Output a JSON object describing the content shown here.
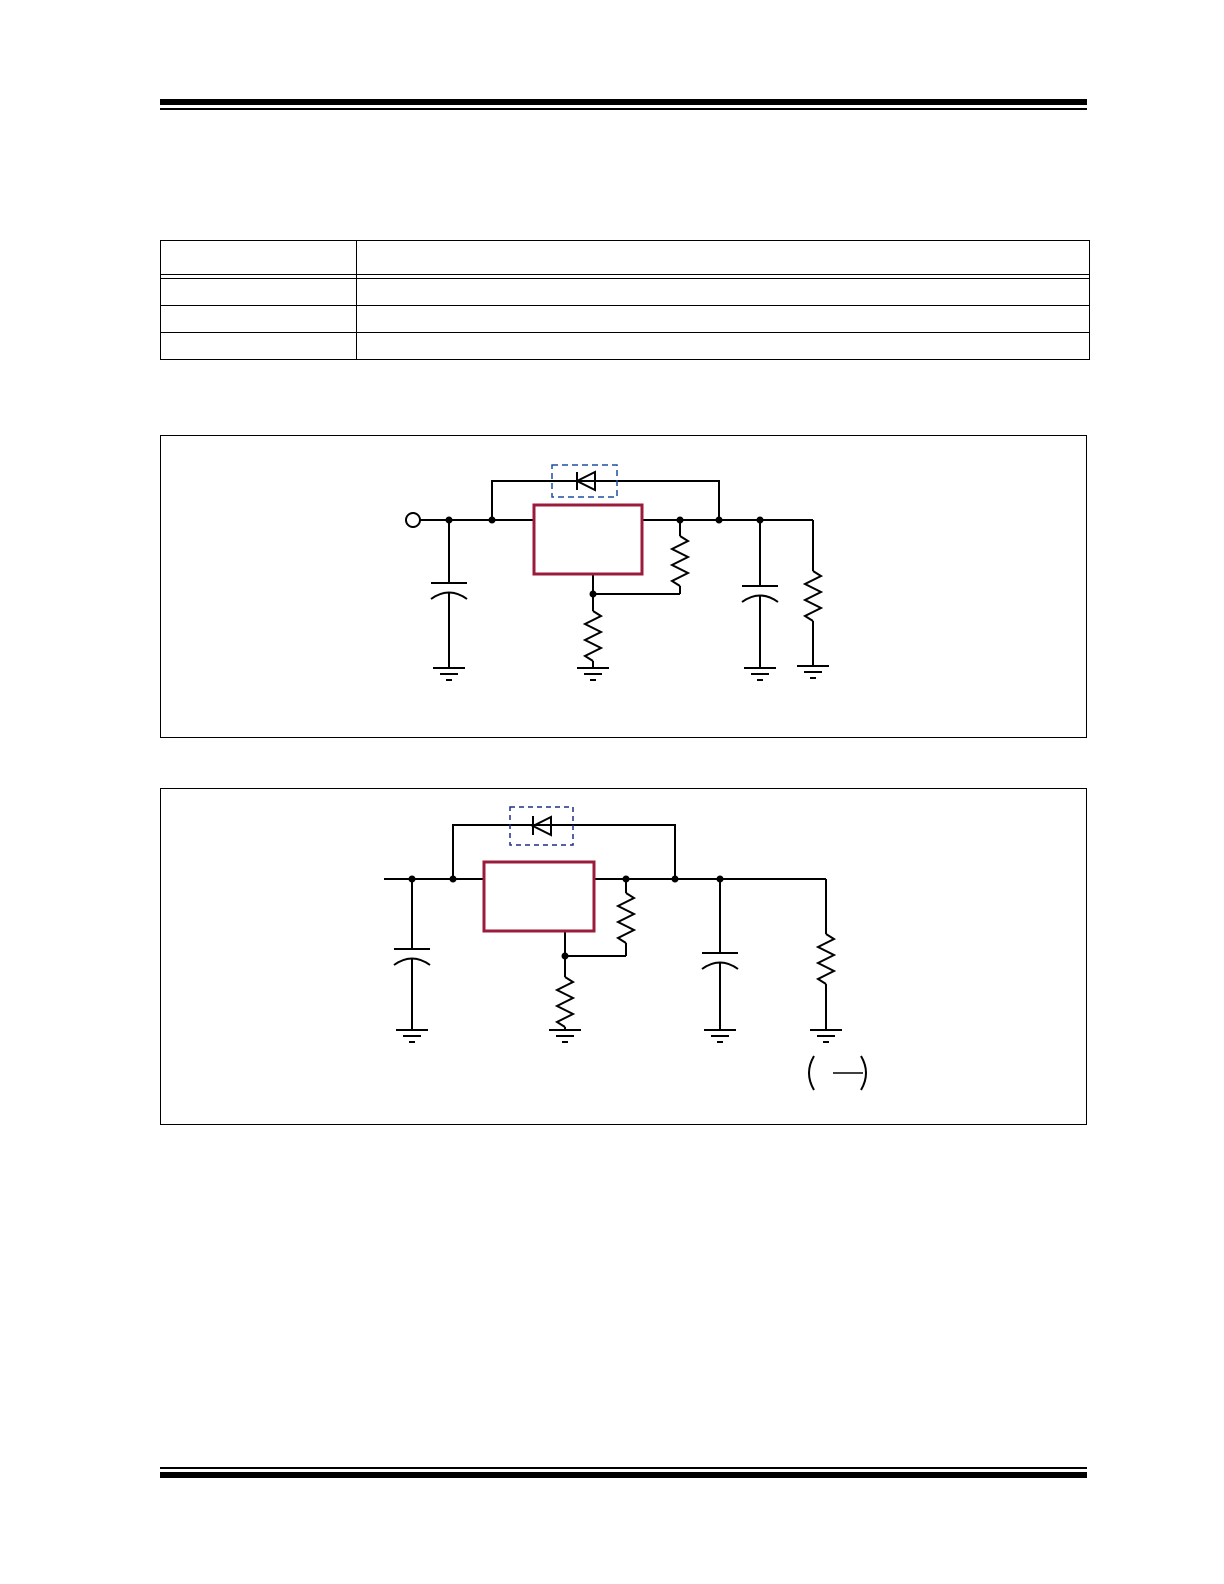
{
  "colors": {
    "ink": "#000000",
    "regulator_outline": "#9b1b3a",
    "protection_diode_box": "#1f4fa0",
    "background": "#ffffff"
  },
  "table": {
    "rows": [
      {
        "col1": "",
        "col2": ""
      },
      {
        "col1": "",
        "col2": ""
      },
      {
        "col1": "",
        "col2": ""
      },
      {
        "col1": "",
        "col2": ""
      }
    ]
  },
  "figures": [
    {
      "kind": "schematic",
      "components": [
        "input-terminal",
        "input-capacitor",
        "protection-diode",
        "regulator-block",
        "adjust-resistor-top",
        "adjust-resistor-bottom",
        "output-capacitor",
        "load-resistor",
        "ground-symbols"
      ]
    },
    {
      "kind": "schematic",
      "components": [
        "input-line",
        "input-capacitor",
        "protection-diode",
        "regulator-block",
        "adjust-resistor-top",
        "adjust-resistor-bottom",
        "output-capacitor",
        "load-resistor",
        "ground-symbols",
        "formula-parentheses"
      ]
    }
  ]
}
